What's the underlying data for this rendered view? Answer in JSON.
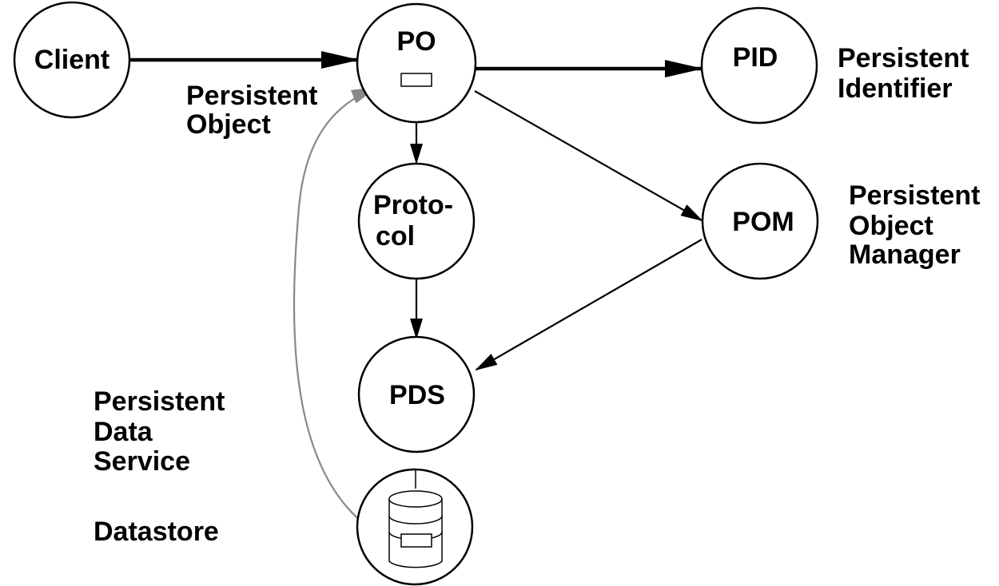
{
  "colors": {
    "line": "#000000",
    "curve": "#888888",
    "background": "#ffffff"
  },
  "nodes": {
    "client": {
      "label": "Client"
    },
    "po": {
      "label": "PO"
    },
    "pid": {
      "label": "PID"
    },
    "protocol": {
      "label_line1": "Proto-",
      "label_line2": "col"
    },
    "pom": {
      "label": "POM"
    },
    "pds": {
      "label": "PDS"
    },
    "datastore": {
      "icon": "database-icon"
    }
  },
  "labels": {
    "persistent_object": [
      "Persistent",
      "Object"
    ],
    "persistent_identifier": [
      "Persistent",
      "Identifier"
    ],
    "persistent_object_manager": [
      "Persistent",
      "Object",
      "Manager"
    ],
    "persistent_data_service": [
      "Persistent",
      "Data",
      "Service"
    ],
    "datastore": "Datastore"
  }
}
